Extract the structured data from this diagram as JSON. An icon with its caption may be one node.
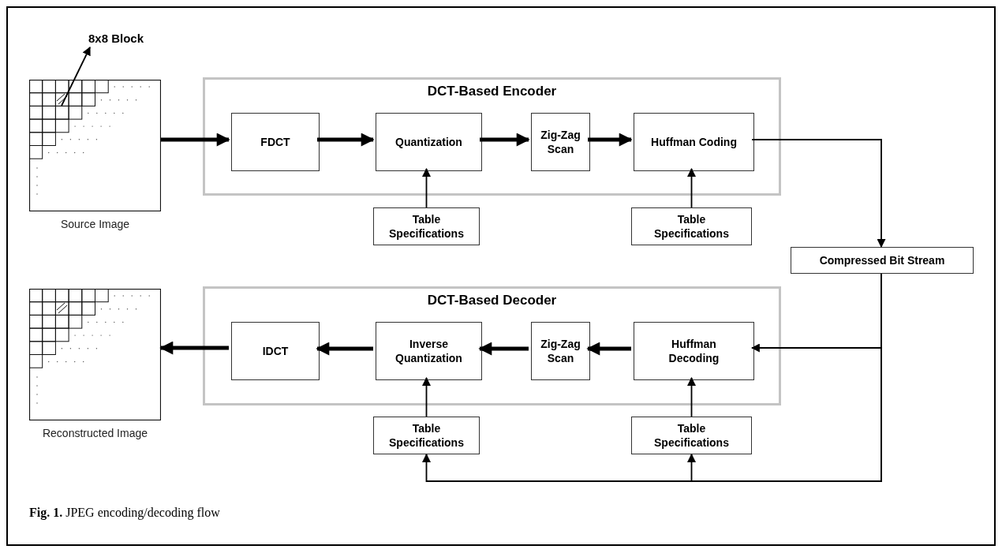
{
  "diagram": {
    "caption": "**Fig. 1.** JPEG encoding/decoding flow",
    "nodes": [
      {
        "text": [
          "8x8 Block"
        ]
      },
      {
        "text": [],
        "shape": "picture",
        "beside": [
          "Source Image"
        ]
      },
      {
        "text": [],
        "shape": "box",
        "in": 1
      },
      {
        "text": [
          "DCT-Based Encoder"
        ]
      },
      {
        "text": [
          "FDCT"
        ],
        "in": 3
      },
      {
        "text": [
          "Quantization"
        ],
        "in": 3
      },
      {
        "text": [
          "Zig-Zag Scan"
        ],
        "in": 3
      },
      {
        "text": [
          "Huffman Coding"
        ],
        "in": 3
      },
      {
        "text": [
          "Table Specifications"
        ]
      },
      {
        "text": [
          "Table Specifications"
        ]
      },
      {
        "text": [
          "Compressed Bit Stream"
        ]
      },
      {
        "text": [],
        "shape": "picture",
        "beside": [
          "Reconstructed Image"
        ]
      },
      {
        "text": [
          "DCT-Based Decoder"
        ]
      },
      {
        "text": [
          "IDCT"
        ],
        "in": 12
      },
      {
        "text": [
          "Inverse Quantization"
        ],
        "in": 12
      },
      {
        "text": [
          "Zig-Zag Scan"
        ],
        "in": 12
      },
      {
        "text": [
          "Huffman Decoding"
        ],
        "in": 12
      },
      {
        "text": [
          "Table Specifications"
        ]
      },
      {
        "text": [
          "Table Specifications"
        ]
      }
    ],
    "edges": [
      {
        "from": 2,
        "to": 0,
        "arrow": "to"
      },
      {
        "from": 1,
        "to": 4,
        "arrow": "to",
        "style": "thick"
      },
      {
        "from": 4,
        "to": 5,
        "arrow": "to",
        "style": "thick"
      },
      {
        "from": 5,
        "to": 6,
        "arrow": "to",
        "style": "thick"
      },
      {
        "from": 6,
        "to": 7,
        "arrow": "to",
        "style": "thick"
      },
      {
        "from": 8,
        "to": 5,
        "arrow": "to"
      },
      {
        "from": 9,
        "to": 7,
        "arrow": "to"
      },
      {
        "from": 7,
        "to": 10,
        "arrow": "to"
      },
      {
        "from": 10,
        "to": 16,
        "arrow": "to"
      },
      {
        "from": 10,
        "to": 17,
        "arrow": "to"
      },
      {
        "from": 10,
        "to": 18,
        "arrow": "to"
      },
      {
        "from": 17,
        "to": 14,
        "arrow": "to"
      },
      {
        "from": 18,
        "to": 16,
        "arrow": "to"
      },
      {
        "from": 16,
        "to": 15,
        "arrow": "to",
        "style": "thick"
      },
      {
        "from": 15,
        "to": 14,
        "arrow": "to",
        "style": "thick"
      },
      {
        "from": 14,
        "to": 13,
        "arrow": "to",
        "style": "thick"
      },
      {
        "from": 13,
        "to": 11,
        "arrow": "to",
        "style": "thick"
      }
    ]
  }
}
